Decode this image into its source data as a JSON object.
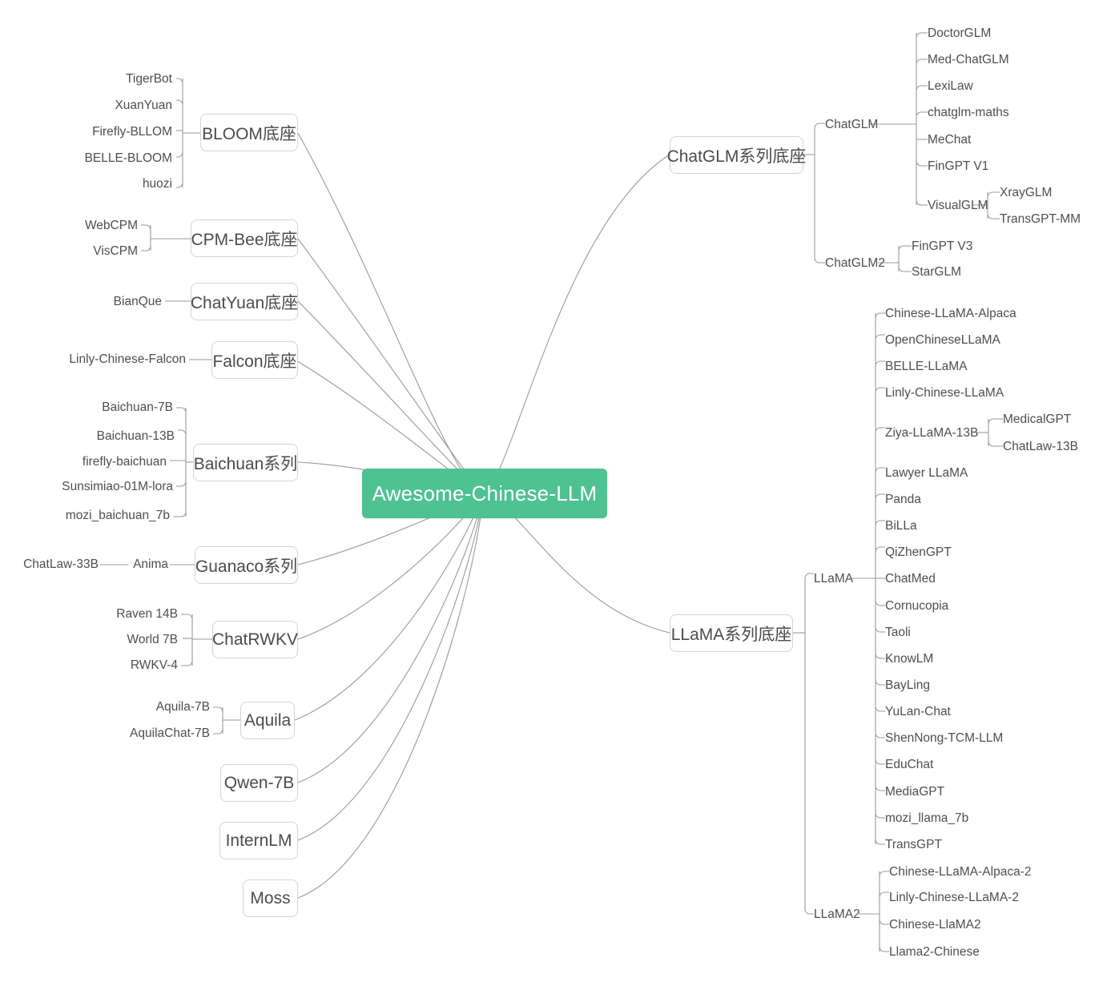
{
  "meta": {
    "title": "Awesome-Chinese-LLM",
    "accent_color": "#4ec291",
    "text_color": "#4b4b4b",
    "border_color": "#d4d4d4",
    "line_color": "#9a9a9a",
    "background": "#ffffff"
  },
  "root": {
    "label": "Awesome-Chinese-LLM"
  },
  "left_branches": [
    {
      "label": "BLOOM底座",
      "children": [
        "TigerBot",
        "XuanYuan",
        "Firefly-BLLOM",
        "BELLE-BLOOM",
        "huozi"
      ]
    },
    {
      "label": "CPM-Bee底座",
      "children": [
        "WebCPM",
        "VisCPM"
      ]
    },
    {
      "label": "ChatYuan底座",
      "children": [
        "BianQue"
      ]
    },
    {
      "label": "Falcon底座",
      "children": [
        "Linly-Chinese-Falcon"
      ]
    },
    {
      "label": "Baichuan系列",
      "children": [
        "Baichuan-7B",
        "Baichuan-13B",
        "firefly-baichuan",
        "Sunsimiao-01M-lora",
        "mozi_baichuan_7b"
      ]
    },
    {
      "label": "Guanaco系列",
      "children": [
        "Anima"
      ],
      "grandchildren": [
        "ChatLaw-33B"
      ]
    },
    {
      "label": "ChatRWKV",
      "children": [
        "Raven 14B",
        "World 7B",
        "RWKV-4"
      ]
    },
    {
      "label": "Aquila",
      "children": [
        "Aquila-7B",
        "AquilaChat-7B"
      ]
    },
    {
      "label": "Qwen-7B",
      "children": []
    },
    {
      "label": "InternLM",
      "children": []
    },
    {
      "label": "Moss",
      "children": []
    }
  ],
  "right_branches": [
    {
      "label": "ChatGLM系列底座",
      "groups": [
        {
          "label": "ChatGLM",
          "children": [
            {
              "label": "DoctorGLM"
            },
            {
              "label": "Med-ChatGLM"
            },
            {
              "label": "LexiLaw"
            },
            {
              "label": "chatglm-maths"
            },
            {
              "label": "MeChat"
            },
            {
              "label": "FinGPT V1"
            },
            {
              "label": "VisualGLM",
              "children": [
                "XrayGLM",
                "TransGPT-MM"
              ]
            }
          ]
        },
        {
          "label": "ChatGLM2",
          "children": [
            {
              "label": "FinGPT V3"
            },
            {
              "label": "StarGLM"
            }
          ]
        }
      ]
    },
    {
      "label": "LLaMA系列底座",
      "groups": [
        {
          "label": "LLaMA",
          "children": [
            {
              "label": "Chinese-LLaMA-Alpaca"
            },
            {
              "label": "OpenChineseLLaMA"
            },
            {
              "label": "BELLE-LLaMA"
            },
            {
              "label": "Linly-Chinese-LLaMA"
            },
            {
              "label": "Ziya-LLaMA-13B",
              "children": [
                "MedicalGPT",
                "ChatLaw-13B"
              ]
            },
            {
              "label": "Lawyer LLaMA"
            },
            {
              "label": "Panda"
            },
            {
              "label": "BiLLa"
            },
            {
              "label": "QiZhenGPT"
            },
            {
              "label": "ChatMed"
            },
            {
              "label": "Cornucopia"
            },
            {
              "label": "Taoli"
            },
            {
              "label": "KnowLM"
            },
            {
              "label": "BayLing"
            },
            {
              "label": "YuLan-Chat"
            },
            {
              "label": "ShenNong-TCM-LLM"
            },
            {
              "label": "EduChat"
            },
            {
              "label": "MediaGPT"
            },
            {
              "label": "mozi_llama_7b"
            },
            {
              "label": "TransGPT"
            }
          ]
        },
        {
          "label": "LLaMA2",
          "children": [
            {
              "label": "Chinese-LLaMA-Alpaca-2"
            },
            {
              "label": "Linly-Chinese-LLaMA-2"
            },
            {
              "label": "Chinese-LlaMA2"
            },
            {
              "label": "Llama2-Chinese"
            }
          ]
        }
      ]
    }
  ]
}
